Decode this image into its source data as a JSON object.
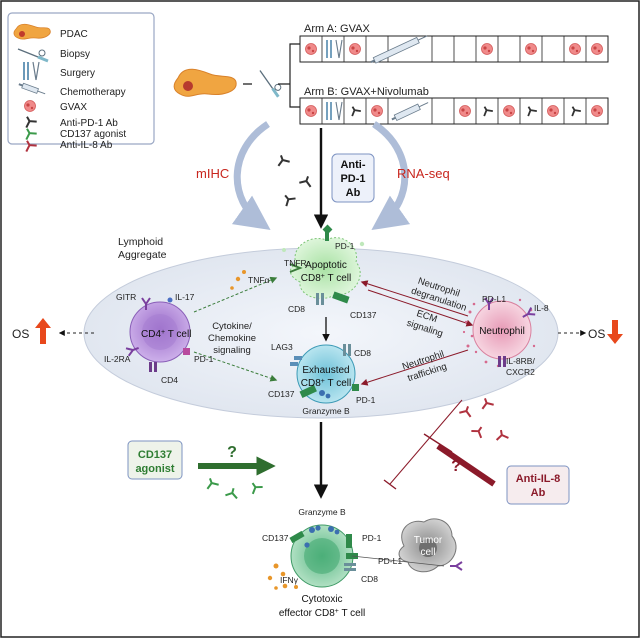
{
  "legend": {
    "items": [
      {
        "label": "PDAC",
        "icon": "pancreas-icon"
      },
      {
        "label": "Biopsy",
        "icon": "biopsy-needle-icon"
      },
      {
        "label": "Surgery",
        "icon": "surgery-tools-icon"
      },
      {
        "label": "Chemotherapy",
        "icon": "syringe-icon"
      },
      {
        "label": "GVAX",
        "icon": "gvax-cell-icon"
      },
      {
        "label": "Anti-PD-1 Ab",
        "icon": "antibody-black-icon"
      },
      {
        "label": "CD137 agonist",
        "icon": "antibody-green-icon"
      },
      {
        "label": "Anti-IL-8 Ab",
        "icon": "antibody-red-icon"
      }
    ]
  },
  "trial": {
    "arm_a": "Arm A: GVAX",
    "arm_b": "Arm B: GVAX+Nivolumab"
  },
  "methods": {
    "mihc": "mIHC",
    "rnaseq": "RNA-seq",
    "anti_pd1": [
      "Anti-",
      "PD-1",
      "Ab"
    ]
  },
  "aggregate": {
    "title": [
      "Lymphoid",
      "Aggregate"
    ],
    "os_left": "OS",
    "os_right": "OS",
    "cd4": {
      "name": "CD4",
      "sup": "+",
      "suffix": " T cell",
      "markers": [
        "GITR",
        "IL-17",
        "IL-2RA",
        "PD-1",
        "CD4"
      ]
    },
    "cytokine": [
      "Cytokine/",
      "Chemokine",
      "signaling"
    ],
    "tnfa": "TNFα",
    "apoptotic": {
      "line1": "Apoptotic",
      "name": "CD8",
      "sup": "+",
      "suffix": " T cell",
      "markers": [
        "TNFR",
        "PD-1",
        "CD8",
        "CD137"
      ]
    },
    "exhausted": {
      "line1": "Exhausted",
      "name": "CD8",
      "sup": "+",
      "suffix": " T cell",
      "markers": [
        "LAG3",
        "CD8",
        "CD137",
        "PD-1",
        "Granzyme B"
      ]
    },
    "neutrophil": {
      "name": "Neutrophil",
      "markers": [
        "PD-L1",
        "IL-8",
        "IL-8RB/",
        "CXCR2"
      ]
    },
    "degranulation": [
      "Neutrophil",
      "degranulation"
    ],
    "ecm": [
      "ECM",
      "signaling"
    ],
    "trafficking": [
      "Neutrophil",
      "trafficking"
    ]
  },
  "bottom": {
    "cd137_agonist": [
      "CD137",
      "agonist"
    ],
    "anti_il8": [
      "Anti-IL-8",
      "Ab"
    ],
    "question": "?",
    "effector": {
      "markers": [
        "Granzyme B",
        "CD137",
        "PD-1",
        "IFNγ",
        "CD8",
        "PD-L1"
      ],
      "line1": "Cytotoxic",
      "line2_pre": "effector CD8",
      "sup": "+",
      "suffix": " T cell"
    },
    "tumor": [
      "Tumor",
      "cell"
    ]
  },
  "colors": {
    "red_text": "#c8261e",
    "green_text": "#2e7d32",
    "dark_red": "#8b1a2a",
    "arrow_orange": "#e8481c",
    "ellipse_fill": "#e9edf5",
    "cd4_fill": "#b58bd8",
    "apoptotic_fill": "#c3ecc0",
    "exhausted_fill": "#9ad7e6",
    "neutrophil_fill": "#f4c2d3",
    "effector_fill": "#8fcfa8"
  }
}
